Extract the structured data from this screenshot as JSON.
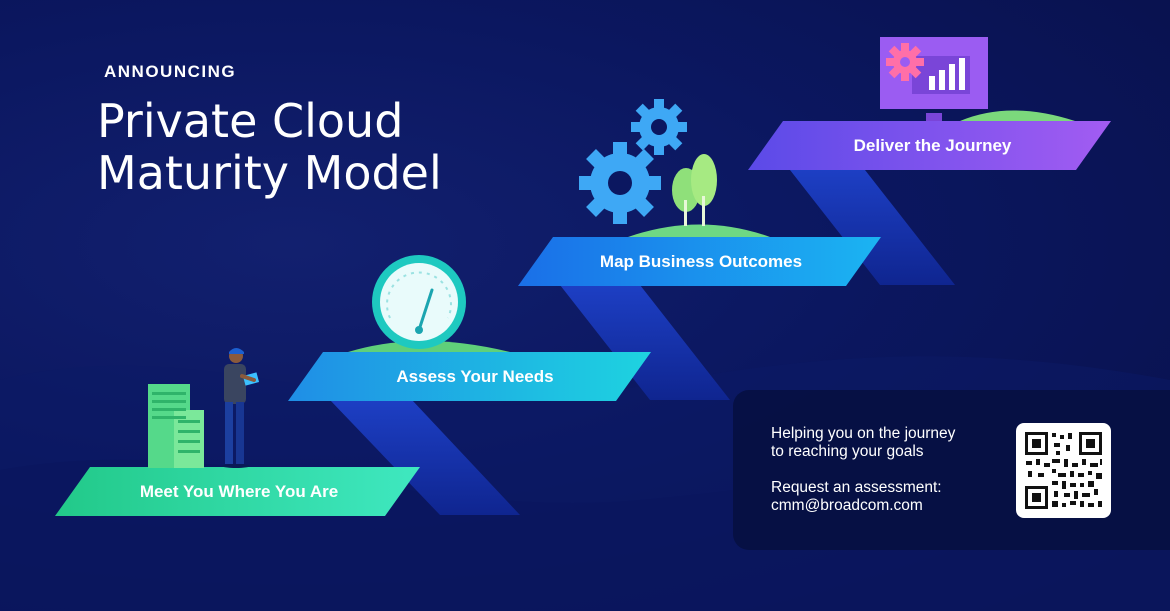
{
  "kicker": "ANNOUNCING",
  "title": {
    "line1": "Private Cloud",
    "line2": "Maturity Model"
  },
  "steps": [
    {
      "label": "Meet You Where You Are"
    },
    {
      "label": "Assess Your Needs"
    },
    {
      "label": "Map Business Outcomes"
    },
    {
      "label": "Deliver the Journey"
    }
  ],
  "info": {
    "line1": "Helping you on the journey",
    "line2": "to reaching your goals",
    "line3": "Request an assessment:",
    "line4": "cmm@broadcom.com"
  },
  "icons": [
    "buildings-icon",
    "person-with-tablet-icon",
    "speedometer-icon",
    "gears-icon",
    "trees-icon",
    "monitor-chart-icon",
    "qr-code-icon"
  ],
  "colors": {
    "background": "#0b1760",
    "step1": "#2bd9a0",
    "step2": "#18b6e8",
    "step3": "#1a9cf0",
    "step4": "#8a55f0"
  }
}
